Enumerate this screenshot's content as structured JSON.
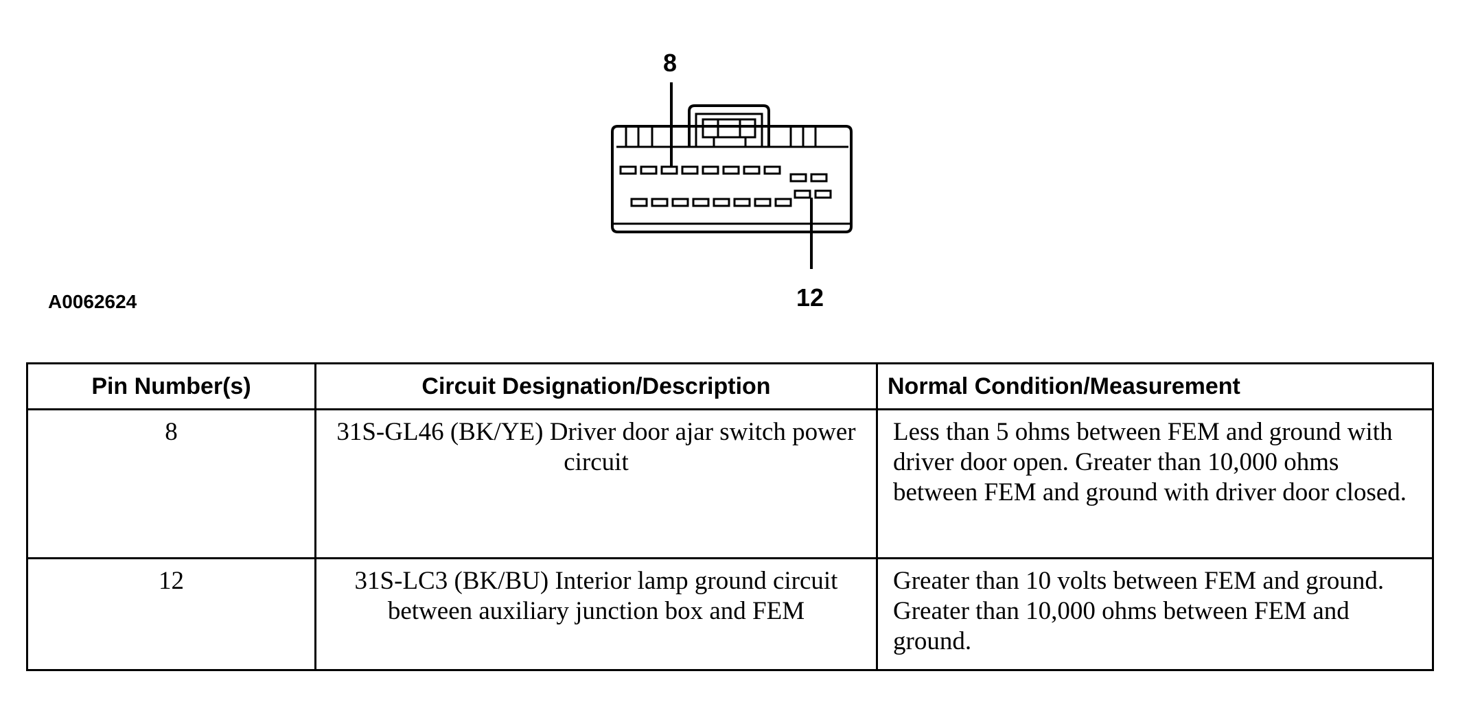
{
  "diagram": {
    "callout_top": "8",
    "callout_bottom": "12",
    "figure_id": "A0062624"
  },
  "table": {
    "headers": [
      "Pin Number(s)",
      "Circuit Designation/Description",
      "Normal Condition/Measurement"
    ],
    "rows": [
      {
        "pin": "8",
        "circuit": "31S-GL46 (BK/YE) Driver door ajar switch power circuit",
        "condition": "Less than 5 ohms between FEM and ground with driver door open. Greater than 10,000 ohms between FEM and ground with driver door closed."
      },
      {
        "pin": "12",
        "circuit": "31S-LC3 (BK/BU) Interior lamp ground circuit between auxiliary junction box and FEM",
        "condition": "Greater than 10 volts between FEM and ground. Greater than 10,000 ohms between FEM and ground."
      }
    ]
  }
}
